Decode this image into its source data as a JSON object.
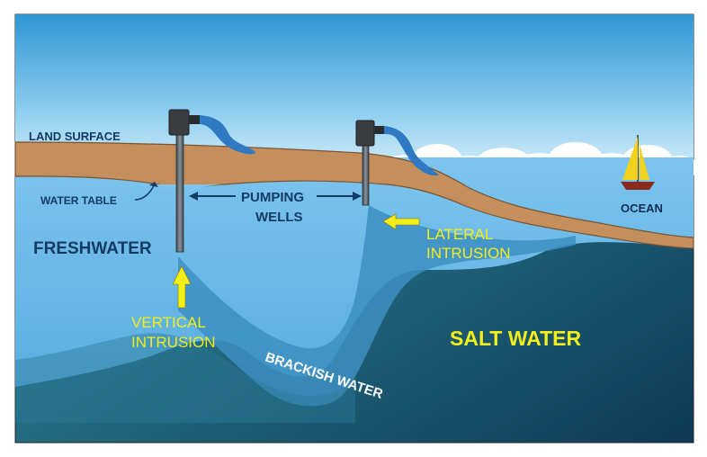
{
  "labels": {
    "land_surface": "LAND SURFACE",
    "water_table": "WATER TABLE",
    "pumping": "PUMPING",
    "wells": "WELLS",
    "ocean": "OCEAN",
    "freshwater": "FRESHWATER",
    "lateral_1": "LATERAL",
    "lateral_2": "INTRUSION",
    "vertical_1": "VERTICAL",
    "vertical_2": "INTRUSION",
    "brackish": "BRACKISH WATER",
    "salt_water": "SALT WATER"
  },
  "colors": {
    "sky_top": "#3a9fd8",
    "sky_bottom": "#cfeaf8",
    "land": "#c0895a",
    "land_edge": "#6b4a2c",
    "freshwater": "#6cb8e6",
    "brackish": "#3f8fc0",
    "salt_top": "#2f7d8a",
    "salt_bottom": "#0f3f57",
    "ocean": "#1e8d9a",
    "label_dark": "#143a66",
    "label_yellow": "#f2ee1a",
    "well": "#5d6770",
    "pump": "#3c3f42",
    "outflow": "#2d78bf"
  },
  "icons": [
    "vertical-arrow-icon",
    "lateral-arrow-icon",
    "sailboat-icon",
    "pump-icon"
  ]
}
